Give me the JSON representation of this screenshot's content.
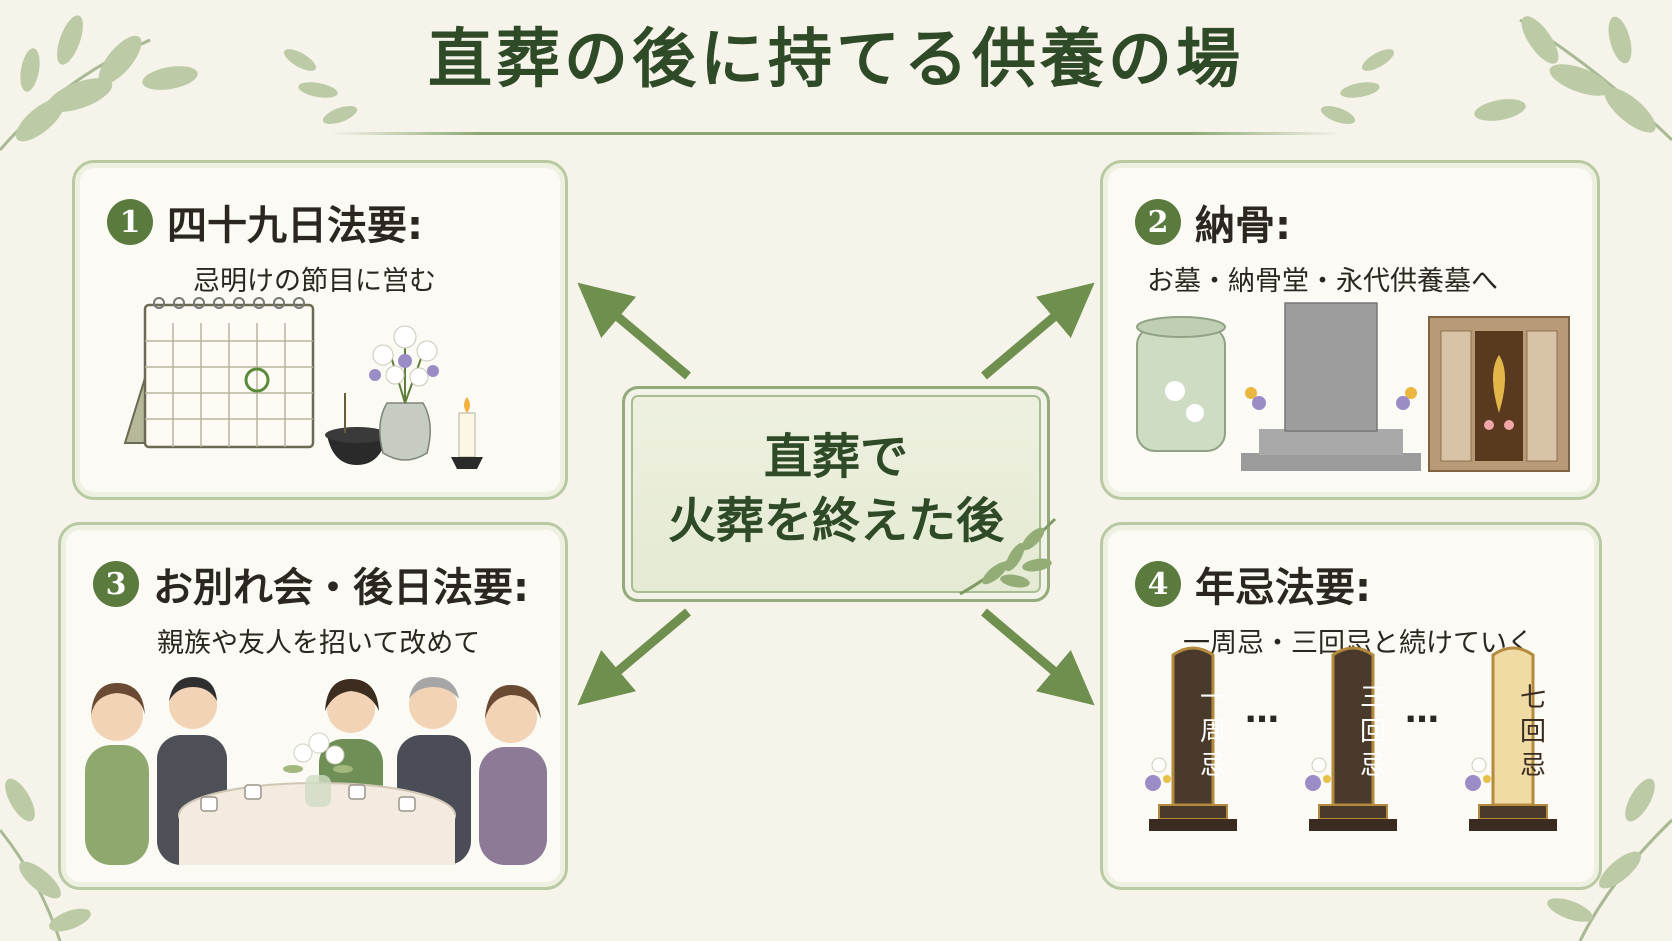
{
  "title": "直葬の後に持てる供養の場",
  "center": {
    "line1": "直葬で",
    "line2": "火葬を終えた後"
  },
  "cards": [
    {
      "number": "1",
      "title": "四十九日法要:",
      "subtitle": "忌明けの節目に営む"
    },
    {
      "number": "2",
      "title": "納骨:",
      "subtitle": "お墓・納骨堂・永代供養墓へ"
    },
    {
      "number": "3",
      "title": "お別れ会・後日法要:",
      "subtitle": "親族や友人を招いて改めて"
    },
    {
      "number": "4",
      "title": "年忌法要:",
      "subtitle": "一周忌・三回忌と続けていく"
    }
  ],
  "memorial_tablets": [
    {
      "label": "一周忌"
    },
    {
      "label": "三回忌"
    },
    {
      "label": "七回忌"
    }
  ],
  "ellipsis": "…",
  "colors": {
    "accent": "#5b7a3d",
    "title_green": "#2f4a27",
    "card_border": "#b9c9a2",
    "background": "#f6f3ea"
  }
}
